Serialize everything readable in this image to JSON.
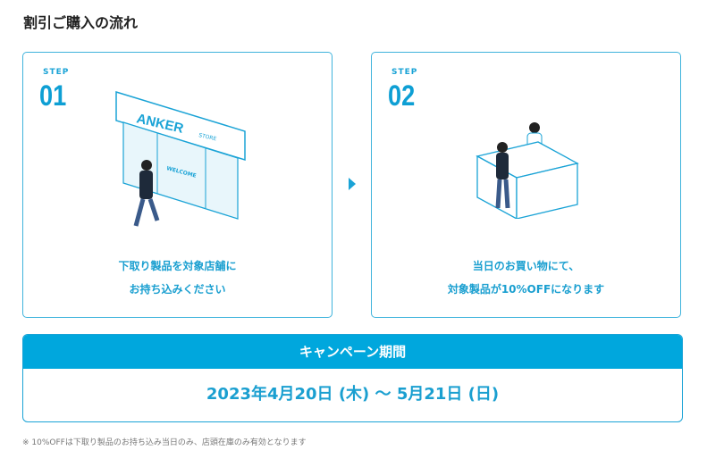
{
  "title": "割引ご購入の流れ",
  "steps": [
    {
      "label": "STEP",
      "number": "01",
      "line1": "下取り製品を対象店舗に",
      "line2": "お持ち込みください",
      "sign_brand": "ANKER",
      "sign_sub": "STORE",
      "door_text": "WELCOME"
    },
    {
      "label": "STEP",
      "number": "02",
      "line1": "当日のお買い物にて、",
      "line2": "対象製品が10%OFFになります"
    }
  ],
  "campaign": {
    "heading": "キャンペーン期間",
    "dates": "2023年4月20日 (木) 〜 5月21日 (日)"
  },
  "note": "※ 10%OFFは下取り製品のお持ち込み当日のみ、店頭在庫のみ有効となります",
  "colors": {
    "accent": "#00a7dd"
  }
}
